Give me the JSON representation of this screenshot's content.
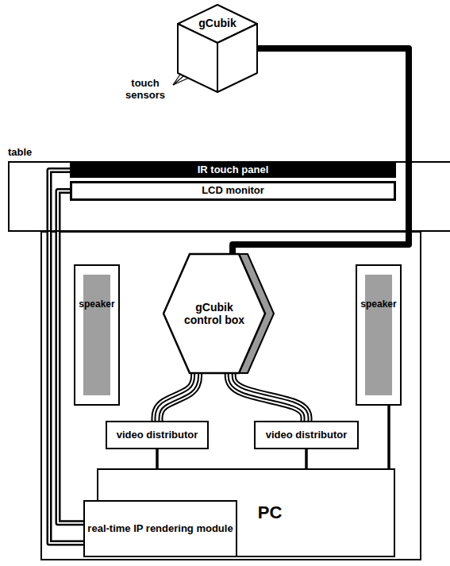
{
  "diagram": {
    "nodes": [
      {
        "text": [
          "gCubik"
        ]
      },
      {
        "text": [
          "table"
        ]
      },
      {
        "text": [
          "IR touch panel"
        ],
        "in": 1
      },
      {
        "text": [
          "LCD monitor"
        ],
        "in": 1
      },
      {
        "text": [
          "gCubik control box"
        ]
      },
      {
        "text": [
          "speaker"
        ]
      },
      {
        "text": [
          "speaker"
        ]
      },
      {
        "text": [
          "video distributor"
        ]
      },
      {
        "text": [
          "video distributor"
        ]
      },
      {
        "text": [
          "PC"
        ]
      },
      {
        "text": [
          "real-time IP rendering module"
        ],
        "in": 9
      }
    ],
    "edges": [
      {
        "from": 0,
        "to": 4,
        "arrow": "none"
      },
      {
        "from": 4,
        "to": 7,
        "arrow": "none"
      },
      {
        "from": 4,
        "to": 8,
        "arrow": "none"
      },
      {
        "from": 7,
        "to": 9,
        "arrow": "none"
      },
      {
        "from": 8,
        "to": 9,
        "arrow": "none"
      },
      {
        "from": 6,
        "to": 9,
        "arrow": "none"
      },
      {
        "from": 10,
        "to": 2,
        "arrow": "none"
      },
      {
        "from": 10,
        "to": 3,
        "arrow": "none"
      }
    ],
    "labels": [
      "touch sensors"
    ]
  }
}
